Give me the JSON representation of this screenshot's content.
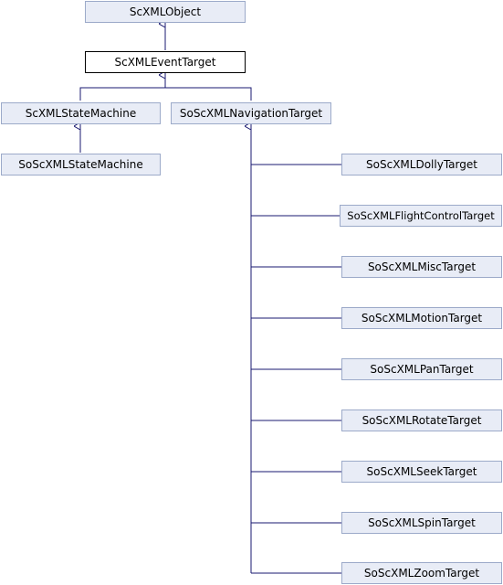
{
  "diagram": {
    "colors": {
      "edge": "#191970",
      "node_fill": "#e8ecf6",
      "node_border": "#9caac9",
      "current_fill": "#ffffff",
      "current_border": "#000000"
    },
    "nodes": {
      "sc_xml_object": "ScXMLObject",
      "sc_xml_event_target": "ScXMLEventTarget",
      "sc_xml_state_machine": "ScXMLStateMachine",
      "so_sc_xml_navigation_target": "SoScXMLNavigationTarget",
      "so_sc_xml_state_machine": "SoScXMLStateMachine",
      "so_sc_xml_dolly_target": "SoScXMLDollyTarget",
      "so_sc_xml_flight_control_target": "SoScXMLFlightControlTarget",
      "so_sc_xml_misc_target": "SoScXMLMiscTarget",
      "so_sc_xml_motion_target": "SoScXMLMotionTarget",
      "so_sc_xml_pan_target": "SoScXMLPanTarget",
      "so_sc_xml_rotate_target": "SoScXMLRotateTarget",
      "so_sc_xml_seek_target": "SoScXMLSeekTarget",
      "so_sc_xml_spin_target": "SoScXMLSpinTarget",
      "so_sc_xml_zoom_target": "SoScXMLZoomTarget"
    }
  }
}
